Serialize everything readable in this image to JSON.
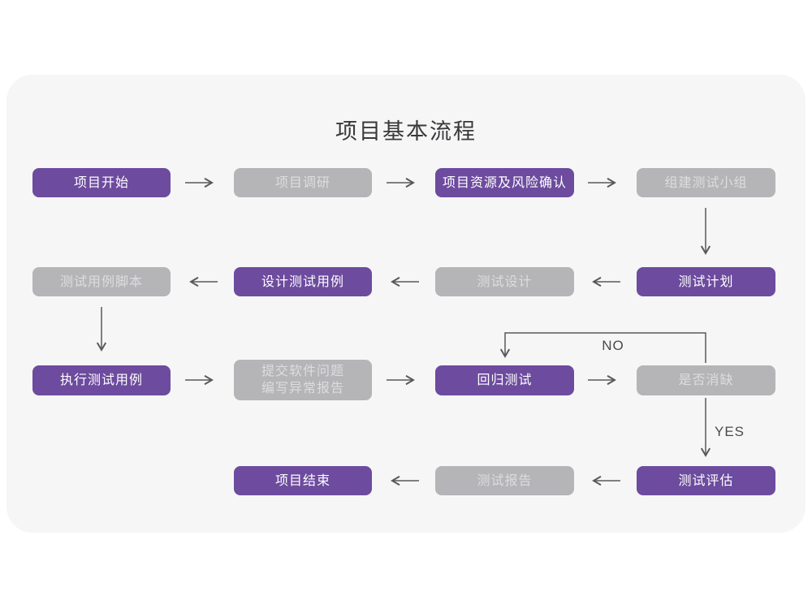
{
  "title": "项目基本流程",
  "decision_labels": {
    "no": "NO",
    "yes": "YES"
  },
  "colors": {
    "accent_purple": "#6d4b9e",
    "node_gray": "#b5b4b7",
    "card_background": "#f6f6f7",
    "arrow": "#58585a",
    "title_text": "#39393b"
  },
  "nodes": [
    {
      "id": "project-start",
      "label": "项目开始",
      "style": "purple"
    },
    {
      "id": "project-research",
      "label": "项目调研",
      "style": "gray"
    },
    {
      "id": "resources-risk-confirm",
      "label": "项目资源及风险确认",
      "style": "purple"
    },
    {
      "id": "form-test-team",
      "label": "组建测试小组",
      "style": "gray"
    },
    {
      "id": "test-plan",
      "label": "测试计划",
      "style": "purple"
    },
    {
      "id": "test-design",
      "label": "测试设计",
      "style": "gray"
    },
    {
      "id": "design-test-cases",
      "label": "设计测试用例",
      "style": "purple"
    },
    {
      "id": "test-case-script",
      "label": "测试用例脚本",
      "style": "gray"
    },
    {
      "id": "execute-test-cases",
      "label": "执行测试用例",
      "style": "purple"
    },
    {
      "id": "submit-issue-report",
      "label": "提交软件问题\n编写异常报告",
      "style": "gray"
    },
    {
      "id": "regression-test",
      "label": "回归测试",
      "style": "purple"
    },
    {
      "id": "defect-cleared",
      "label": "是否消缺",
      "style": "gray"
    },
    {
      "id": "test-evaluation",
      "label": "测试评估",
      "style": "purple"
    },
    {
      "id": "test-report",
      "label": "测试报告",
      "style": "gray"
    },
    {
      "id": "project-end",
      "label": "项目结束",
      "style": "purple"
    }
  ]
}
